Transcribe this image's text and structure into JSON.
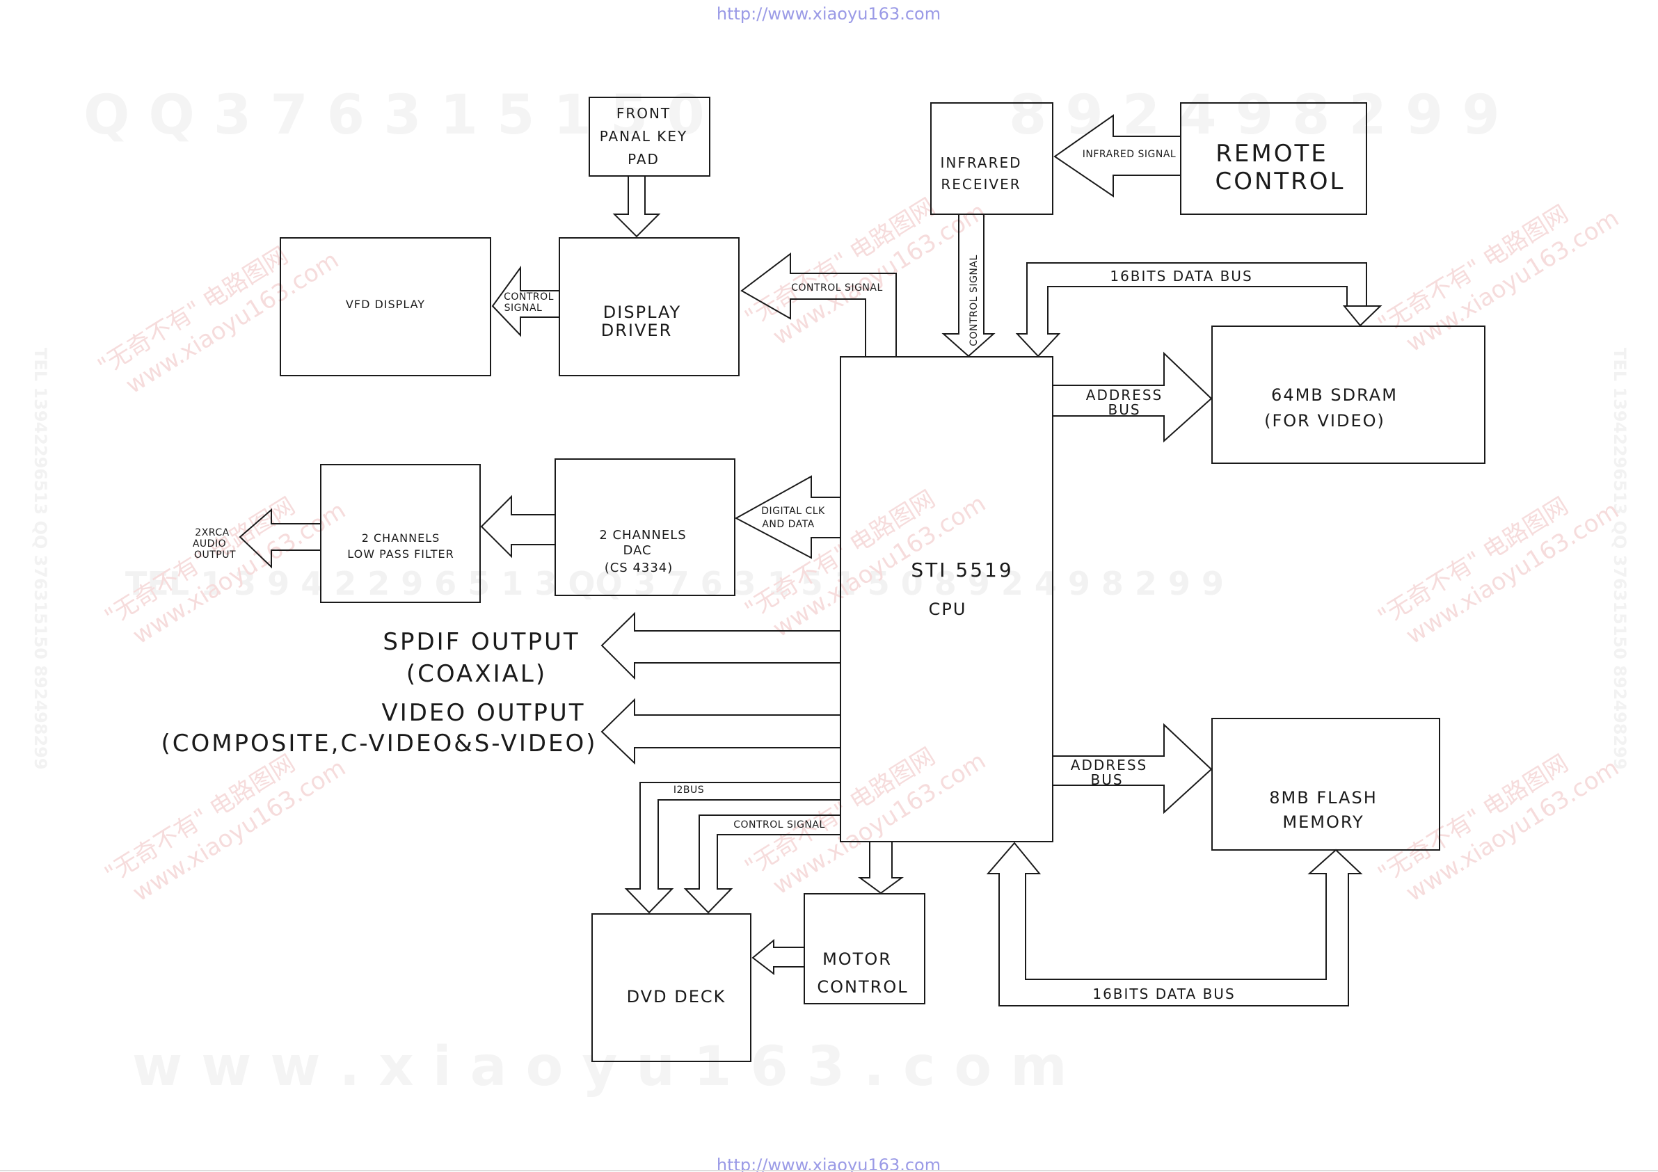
{
  "header_link": "http://www.xiaoyu163.com",
  "footer_link": "http://www.xiaoyu163.com",
  "watermarks": {
    "top_left": "Q Q 3 7 6 3 1 5 1 5 0",
    "top_right": "8 9 2 4 9 8 2 9 9",
    "middle": "TEL 1 3 9 4 2 2 9 6 5 1 3  QQ 3 7 6 3 1 5 1 5 0  8 9 2 4 9 8 2 9 9",
    "bottom": "w w w . x i a o y u 1 6 3 . c o m",
    "side_left": "TEL 13942296513 QQ 376315150 892498299",
    "side_right": "TEL 13942296513 QQ 376315150 892498299",
    "stamp_line1": "\"无奇不有\" 电路图网",
    "stamp_line2": "www.xiaoyu163.com"
  },
  "blocks": {
    "keypad": [
      "FRONT",
      "PANAL KEY",
      "PAD"
    ],
    "infrared_receiver": [
      "INFRARED",
      "RECEIVER"
    ],
    "remote_control": [
      "REMOTE",
      "CONTROL"
    ],
    "vfd_display": "VFD DISPLAY",
    "display_driver": [
      "DISPLAY",
      "DRIVER"
    ],
    "sdram": [
      "64MB SDRAM",
      "(FOR VIDEO)"
    ],
    "low_pass_filter": [
      "2 CHANNELS",
      "LOW PASS FILTER"
    ],
    "dac": [
      "2 CHANNELS",
      "DAC",
      "(CS 4334)"
    ],
    "cpu": [
      "STI 5519",
      "CPU"
    ],
    "flash": [
      "8MB FLASH",
      "MEMORY"
    ],
    "dvd_deck": "DVD DECK",
    "motor_control": [
      "MOTOR",
      "CONTROL"
    ]
  },
  "signals": {
    "infrared_signal": "INFRARED SIGNAL",
    "control_signal_vertical": "CONTROL SIGNAL",
    "control_signal_driver": "CONTROL SIGNAL",
    "control_signal_vfd": [
      "CONTROL",
      "SIGNAL"
    ],
    "data_bus_sdram": "16BITS DATA BUS",
    "address_bus_sdram": [
      "ADDRESS",
      "BUS"
    ],
    "digital_clk": [
      "DIGITAL CLK",
      "AND DATA"
    ],
    "audio_output": [
      "2XRCA",
      "AUDIO",
      "OUTPUT"
    ],
    "spdif_output": [
      "SPDIF OUTPUT",
      "(COAXIAL)"
    ],
    "video_output": [
      "VIDEO OUTPUT",
      "(COMPOSITE,C-VIDEO&S-VIDEO)"
    ],
    "address_bus_flash": [
      "ADDRESS",
      "BUS"
    ],
    "i2bus": "I2BUS",
    "control_signal_deck": "CONTROL SIGNAL",
    "data_bus_flash": "16BITS DATA BUS"
  }
}
